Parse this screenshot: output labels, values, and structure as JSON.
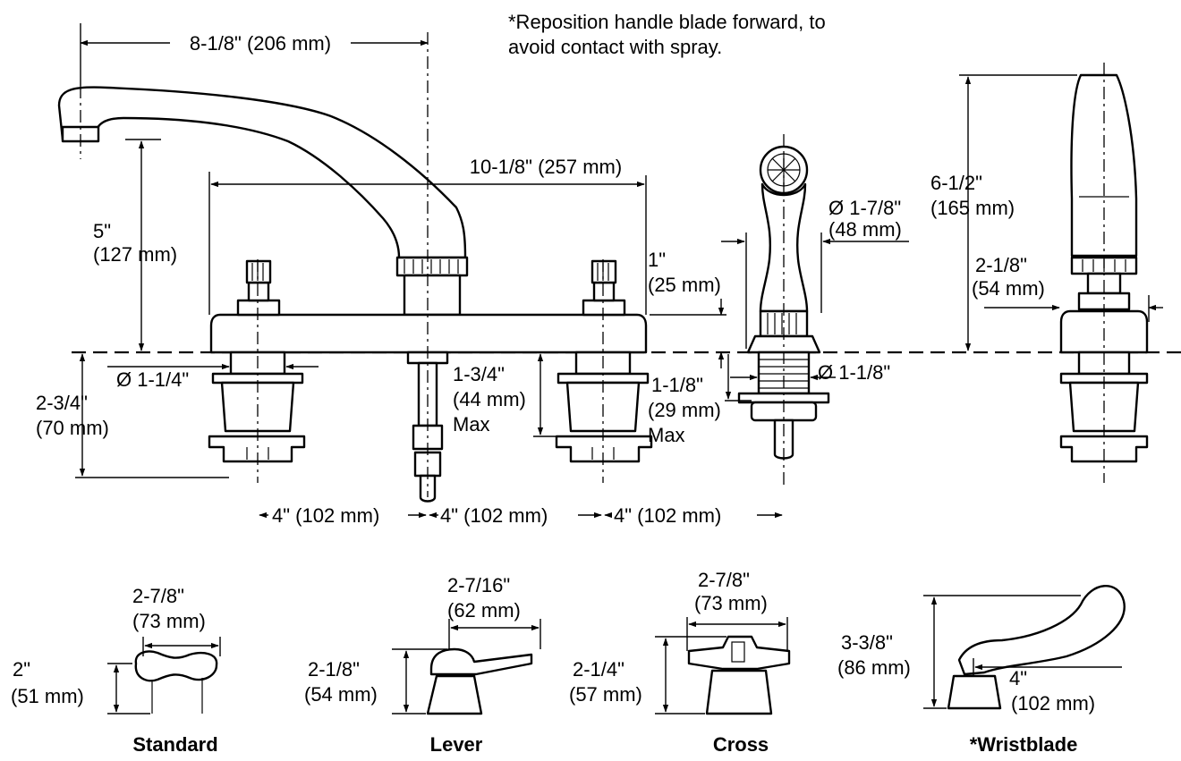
{
  "note": {
    "line1": "*Reposition handle blade forward, to",
    "line2": "avoid contact with spray."
  },
  "faucet": {
    "spout_reach": "8-1/8\" (206 mm)",
    "overall_width": "10-1/8\" (257 mm)",
    "spout_height_in": "5\"",
    "spout_height_mm": "(127 mm)",
    "deck_thickness_in": "1\"",
    "deck_thickness_mm": "(25 mm)",
    "shank_dia": "Ø 1-1/4\"",
    "shank_length_in": "2-3/4\"",
    "shank_length_mm": "(70 mm)",
    "supply_max_in": "1-3/4\"",
    "supply_max_mm": "(44 mm)",
    "supply_max_label": "Max",
    "spacing_1": "4\" (102 mm)",
    "spacing_2": "4\" (102 mm)",
    "spacing_3": "4\" (102 mm)"
  },
  "spray": {
    "head_dia_in": "Ø 1-7/8\"",
    "head_dia_mm": "(48 mm)",
    "hole_dia": "Ø 1-1/8\"",
    "max_in": "1-1/8\"",
    "max_mm": "(29 mm)",
    "max_label": "Max"
  },
  "side_view": {
    "height_in": "6-1/2\"",
    "height_mm": "(165 mm)",
    "valve_in": "2-1/8\"",
    "valve_mm": "(54 mm)"
  },
  "handles": [
    {
      "caption": "Standard",
      "width_in": "2-7/8\"",
      "width_mm": "(73 mm)",
      "height_in": "2\"",
      "height_mm": "(51 mm)"
    },
    {
      "caption": "Lever",
      "width_in": "2-7/16\"",
      "width_mm": "(62 mm)",
      "height_in": "2-1/8\"",
      "height_mm": "(54 mm)"
    },
    {
      "caption": "Cross",
      "width_in": "2-7/8\"",
      "width_mm": "(73 mm)",
      "height_in": "2-1/4\"",
      "height_mm": "(57 mm)"
    },
    {
      "caption": "*Wristblade",
      "width_in": "4\"",
      "width_mm": "(102 mm)",
      "height_in": "3-3/8\"",
      "height_mm": "(86 mm)"
    }
  ]
}
